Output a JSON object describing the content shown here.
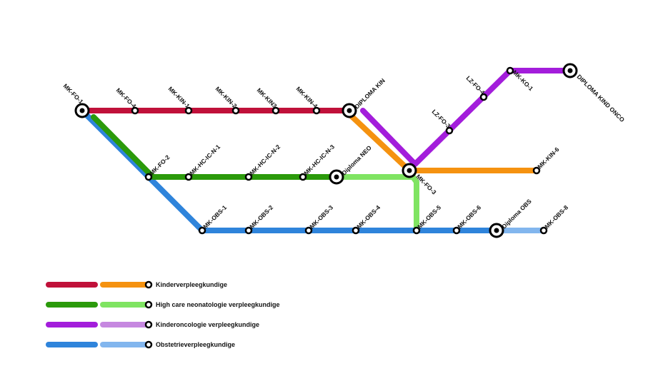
{
  "colors": {
    "red": "#c0113a",
    "orange": "#f59210",
    "green": "#2b9a0b",
    "lightgreen": "#7fe462",
    "purple": "#a31ddb",
    "lightpurple": "#c688e0",
    "blue": "#2f84db",
    "lightblue": "#82b6ee"
  },
  "stations": {
    "mk_fo_1": "MK-FO-1",
    "mk_fo_4": "MK-FO-4",
    "mk_kin_1": "MK-KIN-1",
    "mk_kin_2": "MK-KIN-2",
    "mk_kin3": "MK-KIN3",
    "mk_kin_4": "MK-KIN-4",
    "diploma_kin": "DIPLOMA KIN",
    "mk_fo_2": "MK-FO-2",
    "mk_hc_1": "MK-HC-IC-N-1",
    "mk_hc_2": "MK-HC-IC-N-2",
    "mk_hc_3": "MK-HC-IC-N-3",
    "diploma_neo": "Diploma NEO",
    "mk_fo_3": "MK-FO-3",
    "mk_kin_6": "MK-KIN-6",
    "lz_fo_3": "LZ-FO-3",
    "lz_fo_4": "LZ-FO-4",
    "mk_ko_1": "MK-KO-1",
    "diploma_kind_onco": "DIPLOMA KIND ONCO",
    "mk_obs_1": "MK-OBS-1",
    "mk_obs_2": "MK-OBS-2",
    "mk_obs_3": "MK-OBS-3",
    "mk_obs_4": "MK-OBS-4",
    "mk_obs_5": "MK-OBS-5",
    "mk_obs_6": "MK-OBS-6",
    "diploma_obs": "Diploma OBS",
    "mk_obs_8": "MK-OBS-8"
  },
  "legend": [
    {
      "label": "Kinderverpleegkundige"
    },
    {
      "label": "High care neonatologie verpleegkundige"
    },
    {
      "label": "Kinderoncologie verpleegkundige"
    },
    {
      "label": "Obstetrieverpleegkundige"
    }
  ]
}
